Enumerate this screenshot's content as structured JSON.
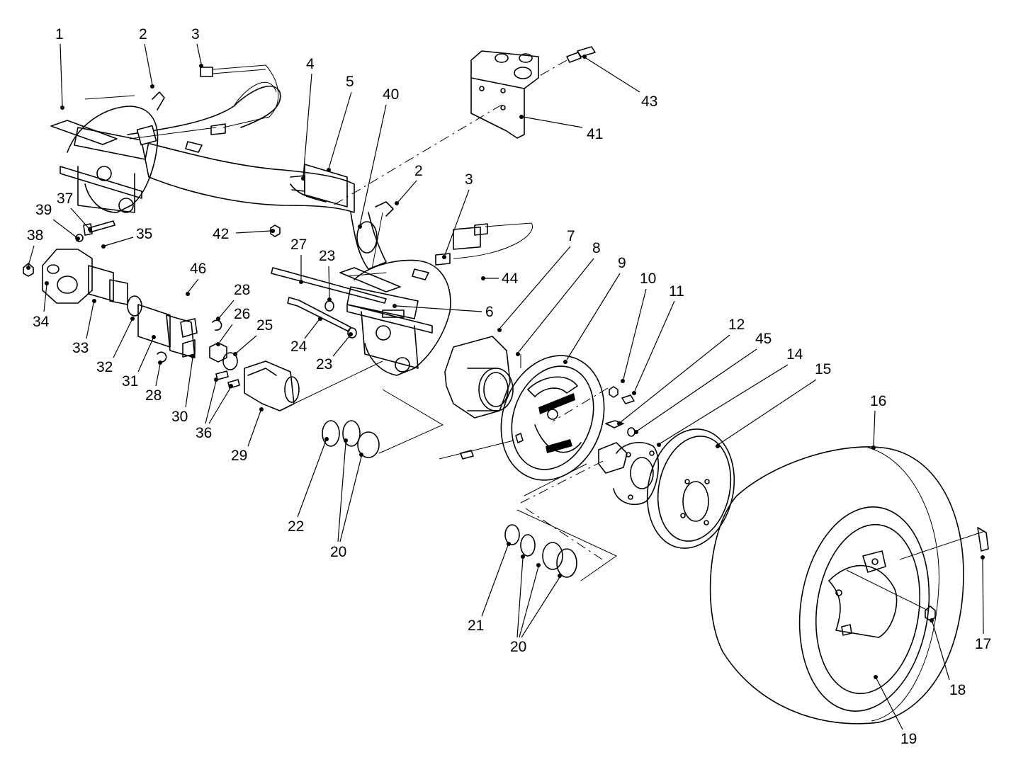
{
  "callouts": [
    {
      "id": "c1",
      "text": "1"
    },
    {
      "id": "c2a",
      "text": "2"
    },
    {
      "id": "c3a",
      "text": "3"
    },
    {
      "id": "c4",
      "text": "4"
    },
    {
      "id": "c5",
      "text": "5"
    },
    {
      "id": "c40",
      "text": "40"
    },
    {
      "id": "c43",
      "text": "43"
    },
    {
      "id": "c41",
      "text": "41"
    },
    {
      "id": "c2b",
      "text": "2"
    },
    {
      "id": "c3b",
      "text": "3"
    },
    {
      "id": "c37",
      "text": "37"
    },
    {
      "id": "c39",
      "text": "39"
    },
    {
      "id": "c38",
      "text": "38"
    },
    {
      "id": "c35",
      "text": "35"
    },
    {
      "id": "c42",
      "text": "42"
    },
    {
      "id": "c27",
      "text": "27"
    },
    {
      "id": "c23a",
      "text": "23"
    },
    {
      "id": "c7",
      "text": "7"
    },
    {
      "id": "c8",
      "text": "8"
    },
    {
      "id": "c9",
      "text": "9"
    },
    {
      "id": "c10",
      "text": "10"
    },
    {
      "id": "c11",
      "text": "11"
    },
    {
      "id": "c44",
      "text": "44"
    },
    {
      "id": "c46",
      "text": "46"
    },
    {
      "id": "c34",
      "text": "34"
    },
    {
      "id": "c33",
      "text": "33"
    },
    {
      "id": "c28a",
      "text": "28"
    },
    {
      "id": "c26",
      "text": "26"
    },
    {
      "id": "c25",
      "text": "25"
    },
    {
      "id": "c6",
      "text": "6"
    },
    {
      "id": "c24",
      "text": "24"
    },
    {
      "id": "c23b",
      "text": "23"
    },
    {
      "id": "c12",
      "text": "12"
    },
    {
      "id": "c45",
      "text": "45"
    },
    {
      "id": "c14",
      "text": "14"
    },
    {
      "id": "c15",
      "text": "15"
    },
    {
      "id": "c32",
      "text": "32"
    },
    {
      "id": "c31",
      "text": "31"
    },
    {
      "id": "c28b",
      "text": "28"
    },
    {
      "id": "c30",
      "text": "30"
    },
    {
      "id": "c36",
      "text": "36"
    },
    {
      "id": "c29",
      "text": "29"
    },
    {
      "id": "c16",
      "text": "16"
    },
    {
      "id": "c22",
      "text": "22"
    },
    {
      "id": "c20a",
      "text": "20"
    },
    {
      "id": "c21",
      "text": "21"
    },
    {
      "id": "c20b",
      "text": "20"
    },
    {
      "id": "c17",
      "text": "17"
    },
    {
      "id": "c18",
      "text": "18"
    },
    {
      "id": "c19",
      "text": "19"
    }
  ]
}
